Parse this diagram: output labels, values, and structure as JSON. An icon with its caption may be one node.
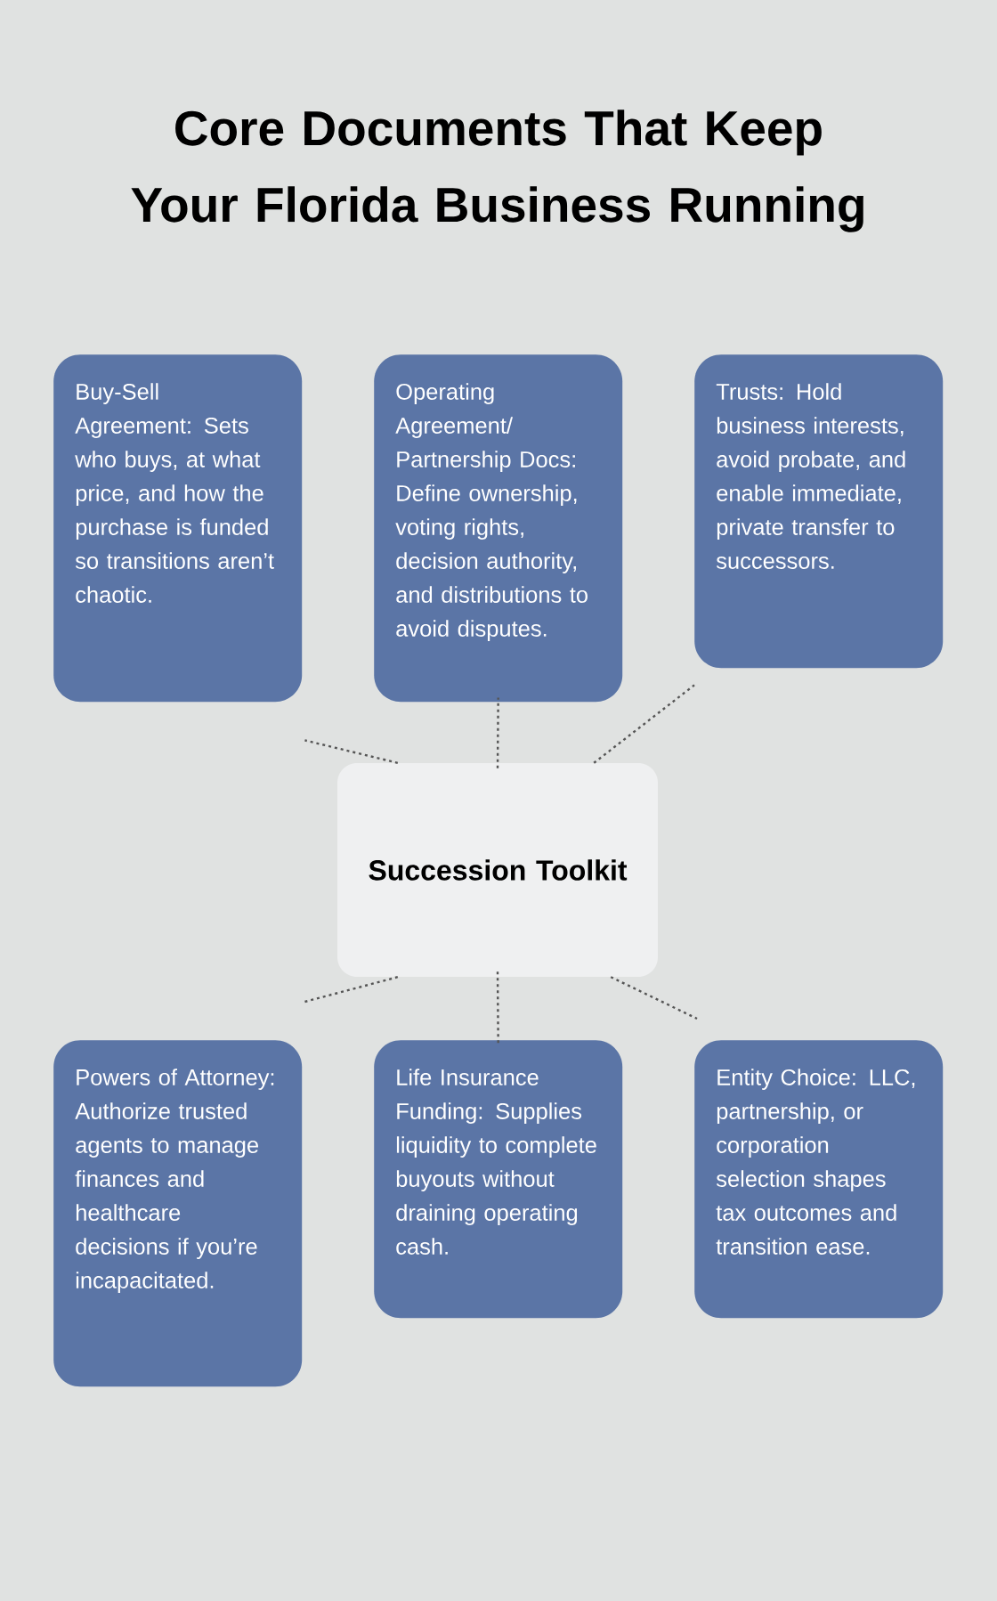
{
  "diagram": {
    "title": "Core Documents That Keep Your Florida Business Running",
    "nodes": [
      {
        "text": [
          "Buy-Sell Agreement: Sets who buys, at what price, and how the purchase is funded so transitions aren’t chaotic."
        ]
      },
      {
        "text": [
          "Operating Agreement/Partnership Docs: Define ownership, voting rights, decision authority, and distributions to avoid disputes."
        ]
      },
      {
        "text": [
          "Trusts: Hold business interests, avoid probate, and enable immediate, private transfer to successors."
        ]
      },
      {
        "text": [
          "Succession Toolkit"
        ]
      },
      {
        "text": [
          "Powers of Attorney: Authorize trusted agents to manage finances and healthcare decisions if you’re incapacitated."
        ]
      },
      {
        "text": [
          "Life Insurance Funding: Supplies liquidity to complete buyouts without draining operating cash."
        ]
      },
      {
        "text": [
          "Entity Choice: LLC, partnership, or corporation selection shapes tax outcomes and transition ease."
        ]
      }
    ],
    "edges": [
      {
        "from": 3,
        "to": 0,
        "arrow": "none",
        "style": "dashed"
      },
      {
        "from": 3,
        "to": 1,
        "arrow": "none",
        "style": "dashed"
      },
      {
        "from": 3,
        "to": 2,
        "arrow": "none",
        "style": "dashed"
      },
      {
        "from": 3,
        "to": 4,
        "arrow": "none",
        "style": "dashed"
      },
      {
        "from": 3,
        "to": 5,
        "arrow": "none",
        "style": "dashed"
      },
      {
        "from": 3,
        "to": 6,
        "arrow": "none",
        "style": "dashed"
      }
    ]
  }
}
